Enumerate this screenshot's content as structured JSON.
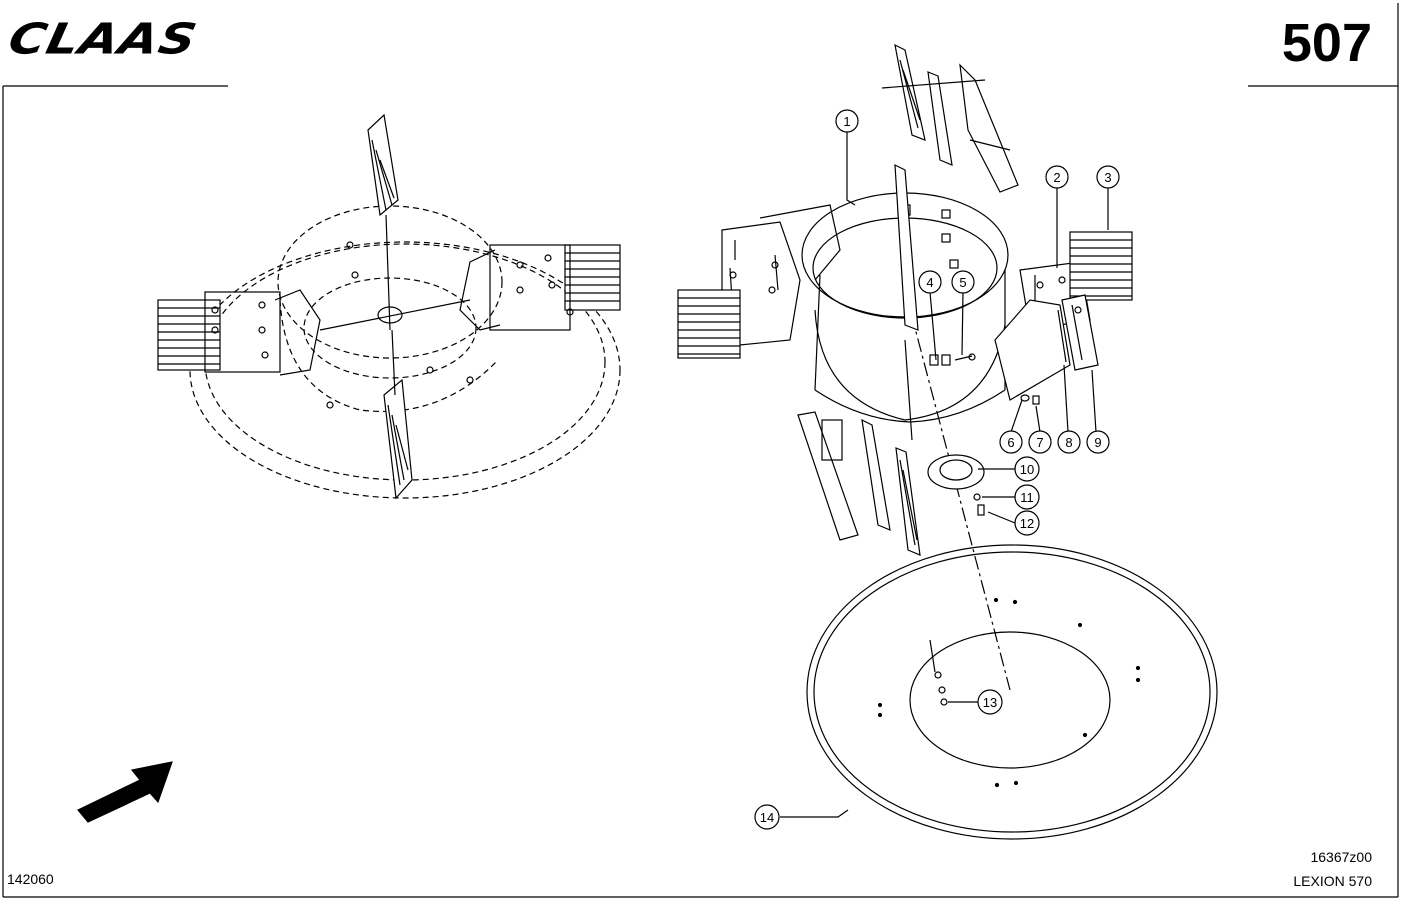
{
  "header": {
    "brand": "CLAAS",
    "page_number": "507"
  },
  "footer": {
    "doc_number": "142060",
    "drawing_code": "16367z00",
    "model": "LEXION 570"
  },
  "callouts": [
    "1",
    "2",
    "3",
    "4",
    "5",
    "6",
    "7",
    "8",
    "9",
    "10",
    "11",
    "12",
    "13",
    "14"
  ],
  "icons": {
    "orientation_arrow": "arrow-up-right-icon"
  }
}
